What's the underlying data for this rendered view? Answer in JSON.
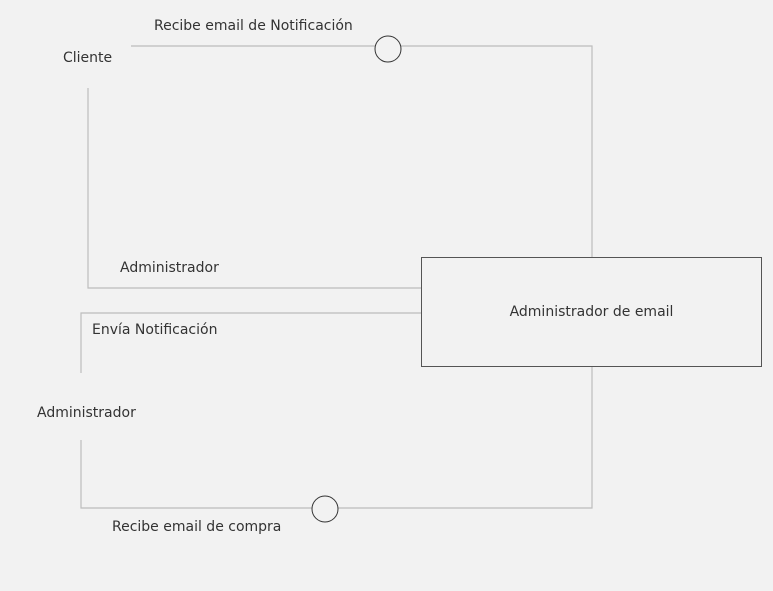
{
  "diagram": {
    "nodes": {
      "cliente": "Cliente",
      "administrador_actor": "Administrador",
      "email_admin_box": "Administrador de email"
    },
    "edge_labels": {
      "recibe_notificacion": "Recibe email de Notificación",
      "administrador_link": "Administrador",
      "envia_notificacion": "Envía Notificación",
      "recibe_compra": "Recibe email de compra"
    },
    "colors": {
      "background": "#f2f2f2",
      "line": "#bdbdbd",
      "box_border": "#555555",
      "text": "#333333"
    }
  }
}
